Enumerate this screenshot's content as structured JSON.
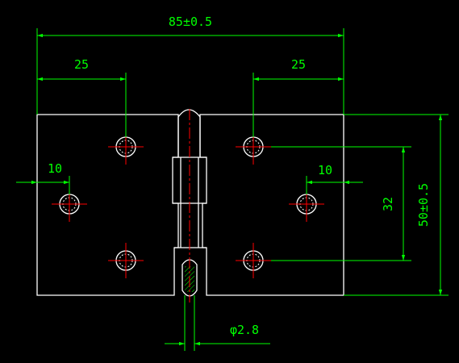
{
  "drawing": {
    "dimensions": {
      "overall_width": "85±0.5",
      "left_hole_offset": "25",
      "right_hole_offset": "25",
      "left_edge_hole_offset": "10",
      "right_edge_hole_offset": "10",
      "hole_vertical_spacing": "32",
      "overall_height": "50±0.5",
      "pin_diameter": "φ2.8"
    },
    "colors": {
      "background": "#000000",
      "outline": "#ffffff",
      "dimension": "#00ff00",
      "text": "#00ff00",
      "centerline": "#ff0000"
    }
  }
}
